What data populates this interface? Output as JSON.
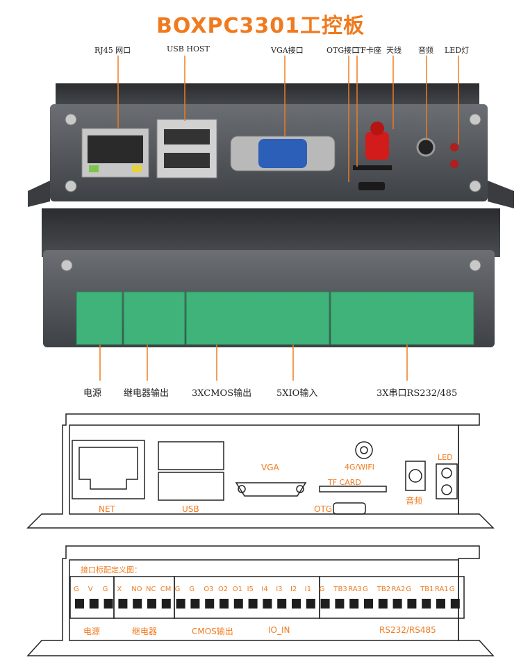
{
  "title": "BOXPC3301工控板",
  "top_labels": {
    "rj45": "RJ45 网口",
    "usb_host": "USB HOST",
    "vga": "VGA接口",
    "otg": "OTG接口",
    "tf": "TF卡座",
    "antenna": "天线",
    "audio": "音频",
    "led": "LED灯"
  },
  "bottom_labels": {
    "power": "电源",
    "relay": "继电器输出",
    "cmos": "3XCMOS输出",
    "xio": "5XIO输入",
    "serial": "3X串口RS232/485"
  },
  "front_panel": {
    "net": "NET",
    "usb": "USB",
    "vga": "VGA",
    "wifi": "4G/WIFI",
    "tf_card": "TF CARD",
    "otg": "OTG",
    "audio": "音频",
    "led": "LED"
  },
  "rear_panel": {
    "header": "接口标配定义图：",
    "pins": [
      "G",
      "V",
      "G",
      "X",
      "NO",
      "NC",
      "CM",
      "G",
      "G",
      "O3",
      "O2",
      "O1",
      "I5",
      "I4",
      "I3",
      "I2",
      "I1",
      "G",
      "TB3",
      "RA3",
      "G",
      "TB2",
      "RA2",
      "G",
      "TB1",
      "RA1",
      "G"
    ],
    "groups": {
      "power": "电源",
      "relay": "继电器",
      "cmos": "CMOS输出",
      "io_in": "IO_IN",
      "serial": "RS232/RS485"
    }
  },
  "colors": {
    "accent": "#f07a1e",
    "terminal": "#3fb37a",
    "case": "#55585c",
    "vga_blue": "#2c5fb8",
    "antenna_red": "#d21c1c"
  }
}
